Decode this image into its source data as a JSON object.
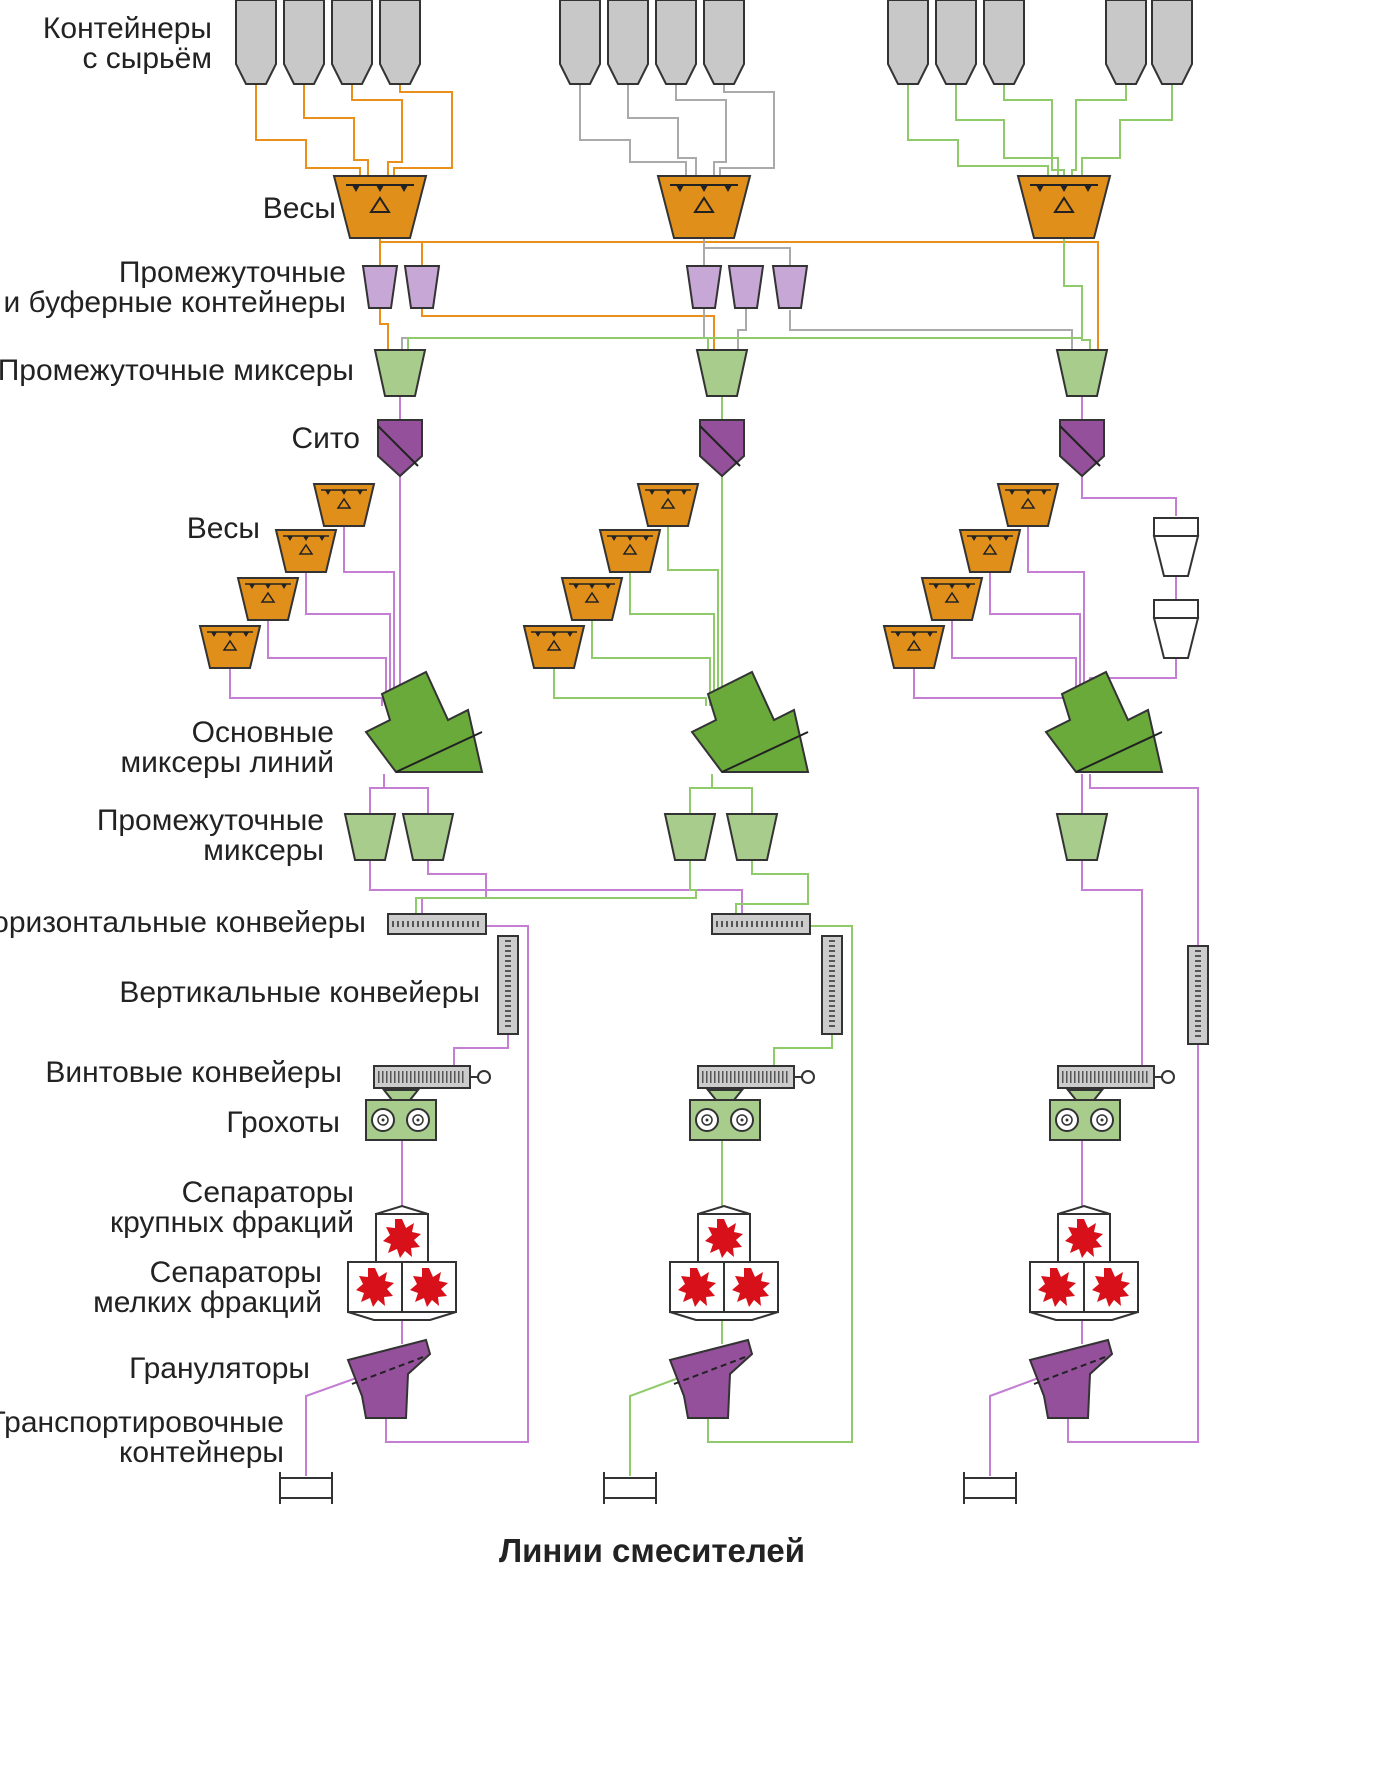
{
  "labels": {
    "containers": [
      "Контейнеры",
      "с сырьём"
    ],
    "scales_top": "Весы",
    "buffer": [
      "Промежуточные",
      "и буферные контейнеры"
    ],
    "inter_mixers_top": "Промежуточные миксеры",
    "sieve": "Сито",
    "scales_mid": "Весы",
    "main_mixers": [
      "Основные",
      "миксеры линий"
    ],
    "inter_mixers_mid": [
      "Промежуточные",
      "миксеры"
    ],
    "h_conveyors": "Горизонтальные конвейеры",
    "v_conveyors": "Вертикальные конвейеры",
    "screw_conveyors": "Винтовые конвейеры",
    "screens": "Грохоты",
    "coarse_sep": [
      "Сепараторы",
      "крупных фракций"
    ],
    "fine_sep": [
      "Сепараторы",
      "мелких фракций"
    ],
    "granulators": "Грануляторы",
    "transport": [
      "Транспортировочные",
      "контейнеры"
    ]
  },
  "title": "Линии смесителей",
  "colors": {
    "orange": "#e0901a",
    "grey": "#c8c8c8",
    "lilac": "#c7a7d6",
    "light_green": "#a8cc8c",
    "green": "#6aaa3a",
    "purple": "#94509b",
    "red": "#d8101a",
    "line_orange": "#e8901a",
    "line_grey": "#aaaaaa",
    "line_green": "#8fcb6a",
    "line_purple": "#c47ed3"
  },
  "icons": [
    "silo-icon",
    "scale-icon",
    "buffer-container-icon",
    "mixer-icon",
    "sieve-icon",
    "main-mixer-icon",
    "conveyor-icon",
    "screen-icon",
    "separator-icon",
    "granulator-icon",
    "transport-container-icon"
  ]
}
